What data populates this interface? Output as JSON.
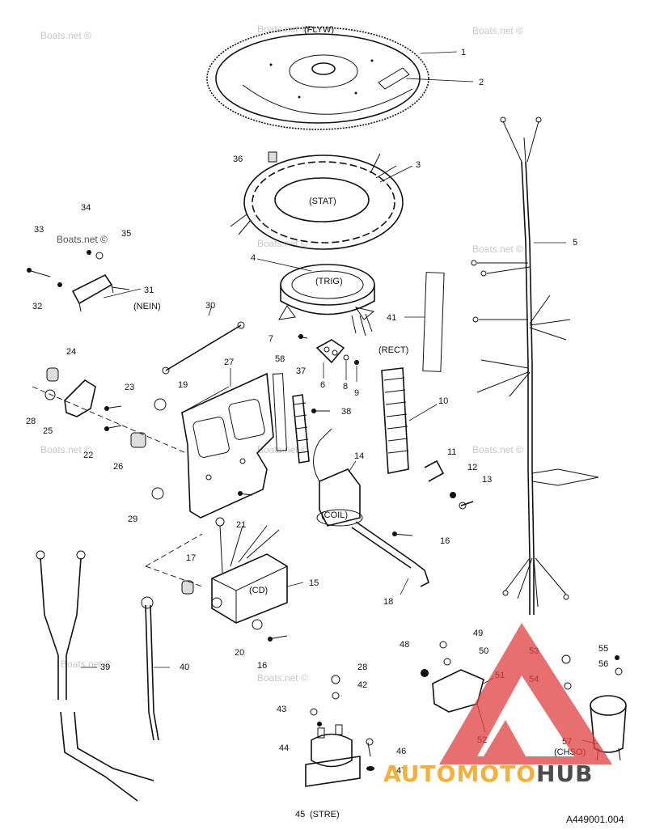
{
  "watermark": "Boats.net ©",
  "drawing_number": "A449001.004",
  "logo": {
    "part1": "AUTOMOTO",
    "part2": "HUB",
    "color_primary": "#f3b03a",
    "color_secondary": "#4c4c4c",
    "triangle_color": "#e04040"
  },
  "captions": {
    "flyw": "(FLYW)",
    "stat": "(STAT)",
    "trig": "(TRIG)",
    "rect": "(RECT)",
    "nein": "(NEIN)",
    "coil": "(COIL)",
    "cd": "(CD)",
    "chso": "(CHSO)",
    "stre": "(STRE)"
  },
  "labels": {
    "p1": "1",
    "p2": "2",
    "p3": "3",
    "p4": "4",
    "p5": "5",
    "p6": "6",
    "p7": "7",
    "p8": "8",
    "p9": "9",
    "p10": "10",
    "p11": "11",
    "p12": "12",
    "p13": "13",
    "p14": "14",
    "p15": "15",
    "p16a": "16",
    "p16b": "16",
    "p17": "17",
    "p18": "18",
    "p19": "19",
    "p20": "20",
    "p21": "21",
    "p22": "22",
    "p23": "23",
    "p24": "24",
    "p25": "25",
    "p26": "26",
    "p27": "27",
    "p28a": "28",
    "p28b": "28",
    "p29": "29",
    "p30": "30",
    "p31": "31",
    "p32": "32",
    "p33": "33",
    "p34": "34",
    "p35": "35",
    "p36": "36",
    "p37": "37",
    "p38": "38",
    "p39": "39",
    "p40": "40",
    "p41": "41",
    "p42": "42",
    "p43": "43",
    "p44": "44",
    "p45": "45",
    "p46": "46",
    "p47": "47",
    "p48": "48",
    "p49": "49",
    "p50": "50",
    "p51": "51",
    "p52": "52",
    "p53": "53",
    "p54": "54",
    "p55": "55",
    "p56": "56",
    "p57": "57",
    "p58": "58"
  }
}
